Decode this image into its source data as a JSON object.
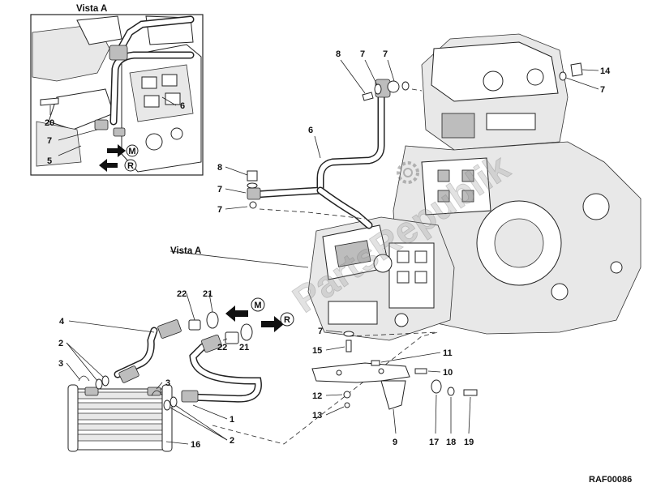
{
  "diagram": {
    "inset_title": "Vista A",
    "main_callout": "Vista A",
    "reference_code": "RAF00086",
    "watermark": "PartsRepublik",
    "direction_labels": {
      "inset_upper": "M",
      "inset_lower": "R",
      "main_upper": "M",
      "main_lower": "R"
    },
    "inset_numbers": {
      "n6": "6",
      "n20": "20",
      "n7": "7",
      "n5": "5"
    },
    "main_numbers": {
      "n8a": "8",
      "n7a": "7",
      "n7b": "7",
      "n14": "14",
      "n7c": "7",
      "n6": "6",
      "n8b": "8",
      "n7d": "7",
      "n7e": "7",
      "n22a": "22",
      "n21a": "21",
      "n4": "4",
      "n2a": "2",
      "n3a": "3",
      "n3b": "3",
      "n22b": "22",
      "n21b": "21",
      "n1": "1",
      "n2b": "2",
      "n16": "16",
      "n7f": "7",
      "n15": "15",
      "n11": "11",
      "n10": "10",
      "n12": "12",
      "n13": "13",
      "n9": "9",
      "n17": "17",
      "n18": "18",
      "n19": "19"
    }
  }
}
